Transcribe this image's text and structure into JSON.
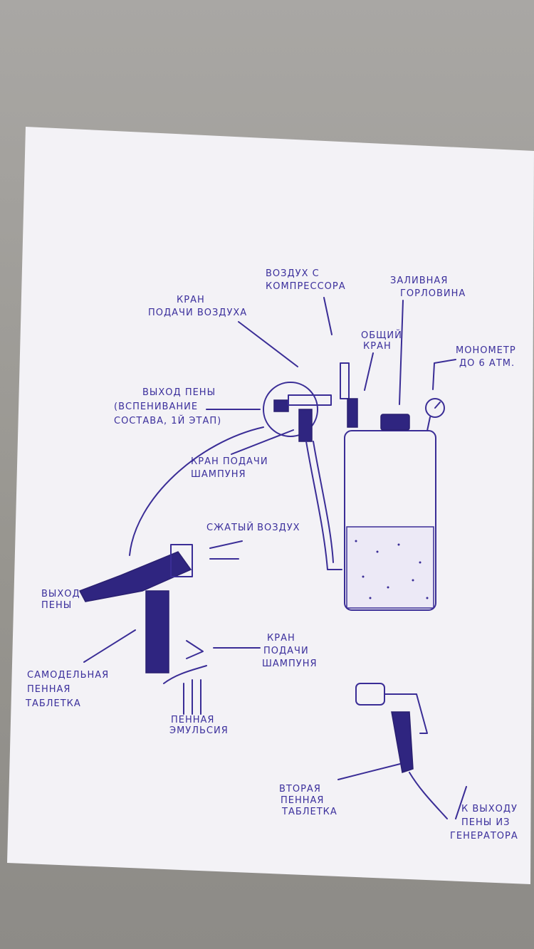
{
  "labels": {
    "air_from_compressor": [
      "Воздух с",
      "компрессора"
    ],
    "filler_neck": [
      "Заливная",
      "горловина"
    ],
    "air_supply_valve": [
      "Кран",
      "подачи воздуха"
    ],
    "common_valve": [
      "Общий",
      "кран"
    ],
    "manometer": [
      "Монометр",
      "до 6 атм."
    ],
    "foam_outlet_stage1": [
      "Выход пены",
      "(вспенивание",
      "состава, 1й этап)"
    ],
    "shampoo_valve_top": [
      "Кран подачи",
      "шампуня"
    ],
    "compressed_air": [
      "Сжатый",
      "воздух"
    ],
    "foam_outlet": [
      "Выход",
      "пены"
    ],
    "shampoo_valve_bottom": [
      "Кран",
      "подачи",
      "шампуня"
    ],
    "homemade_foam_tablet": [
      "Самодельная",
      "пенная",
      "таблетка"
    ],
    "foam_emulsion": [
      "Пенная",
      "эмульсия"
    ],
    "second_foam_tablet": [
      "Вторая",
      "пенная",
      "таблетка"
    ],
    "to_generator_outlet": [
      "К выходу",
      "пены из",
      "генератора"
    ]
  },
  "colors": {
    "ink": "#3a2d96",
    "paper": "#f4f3f6",
    "background": "#9c9a97"
  }
}
